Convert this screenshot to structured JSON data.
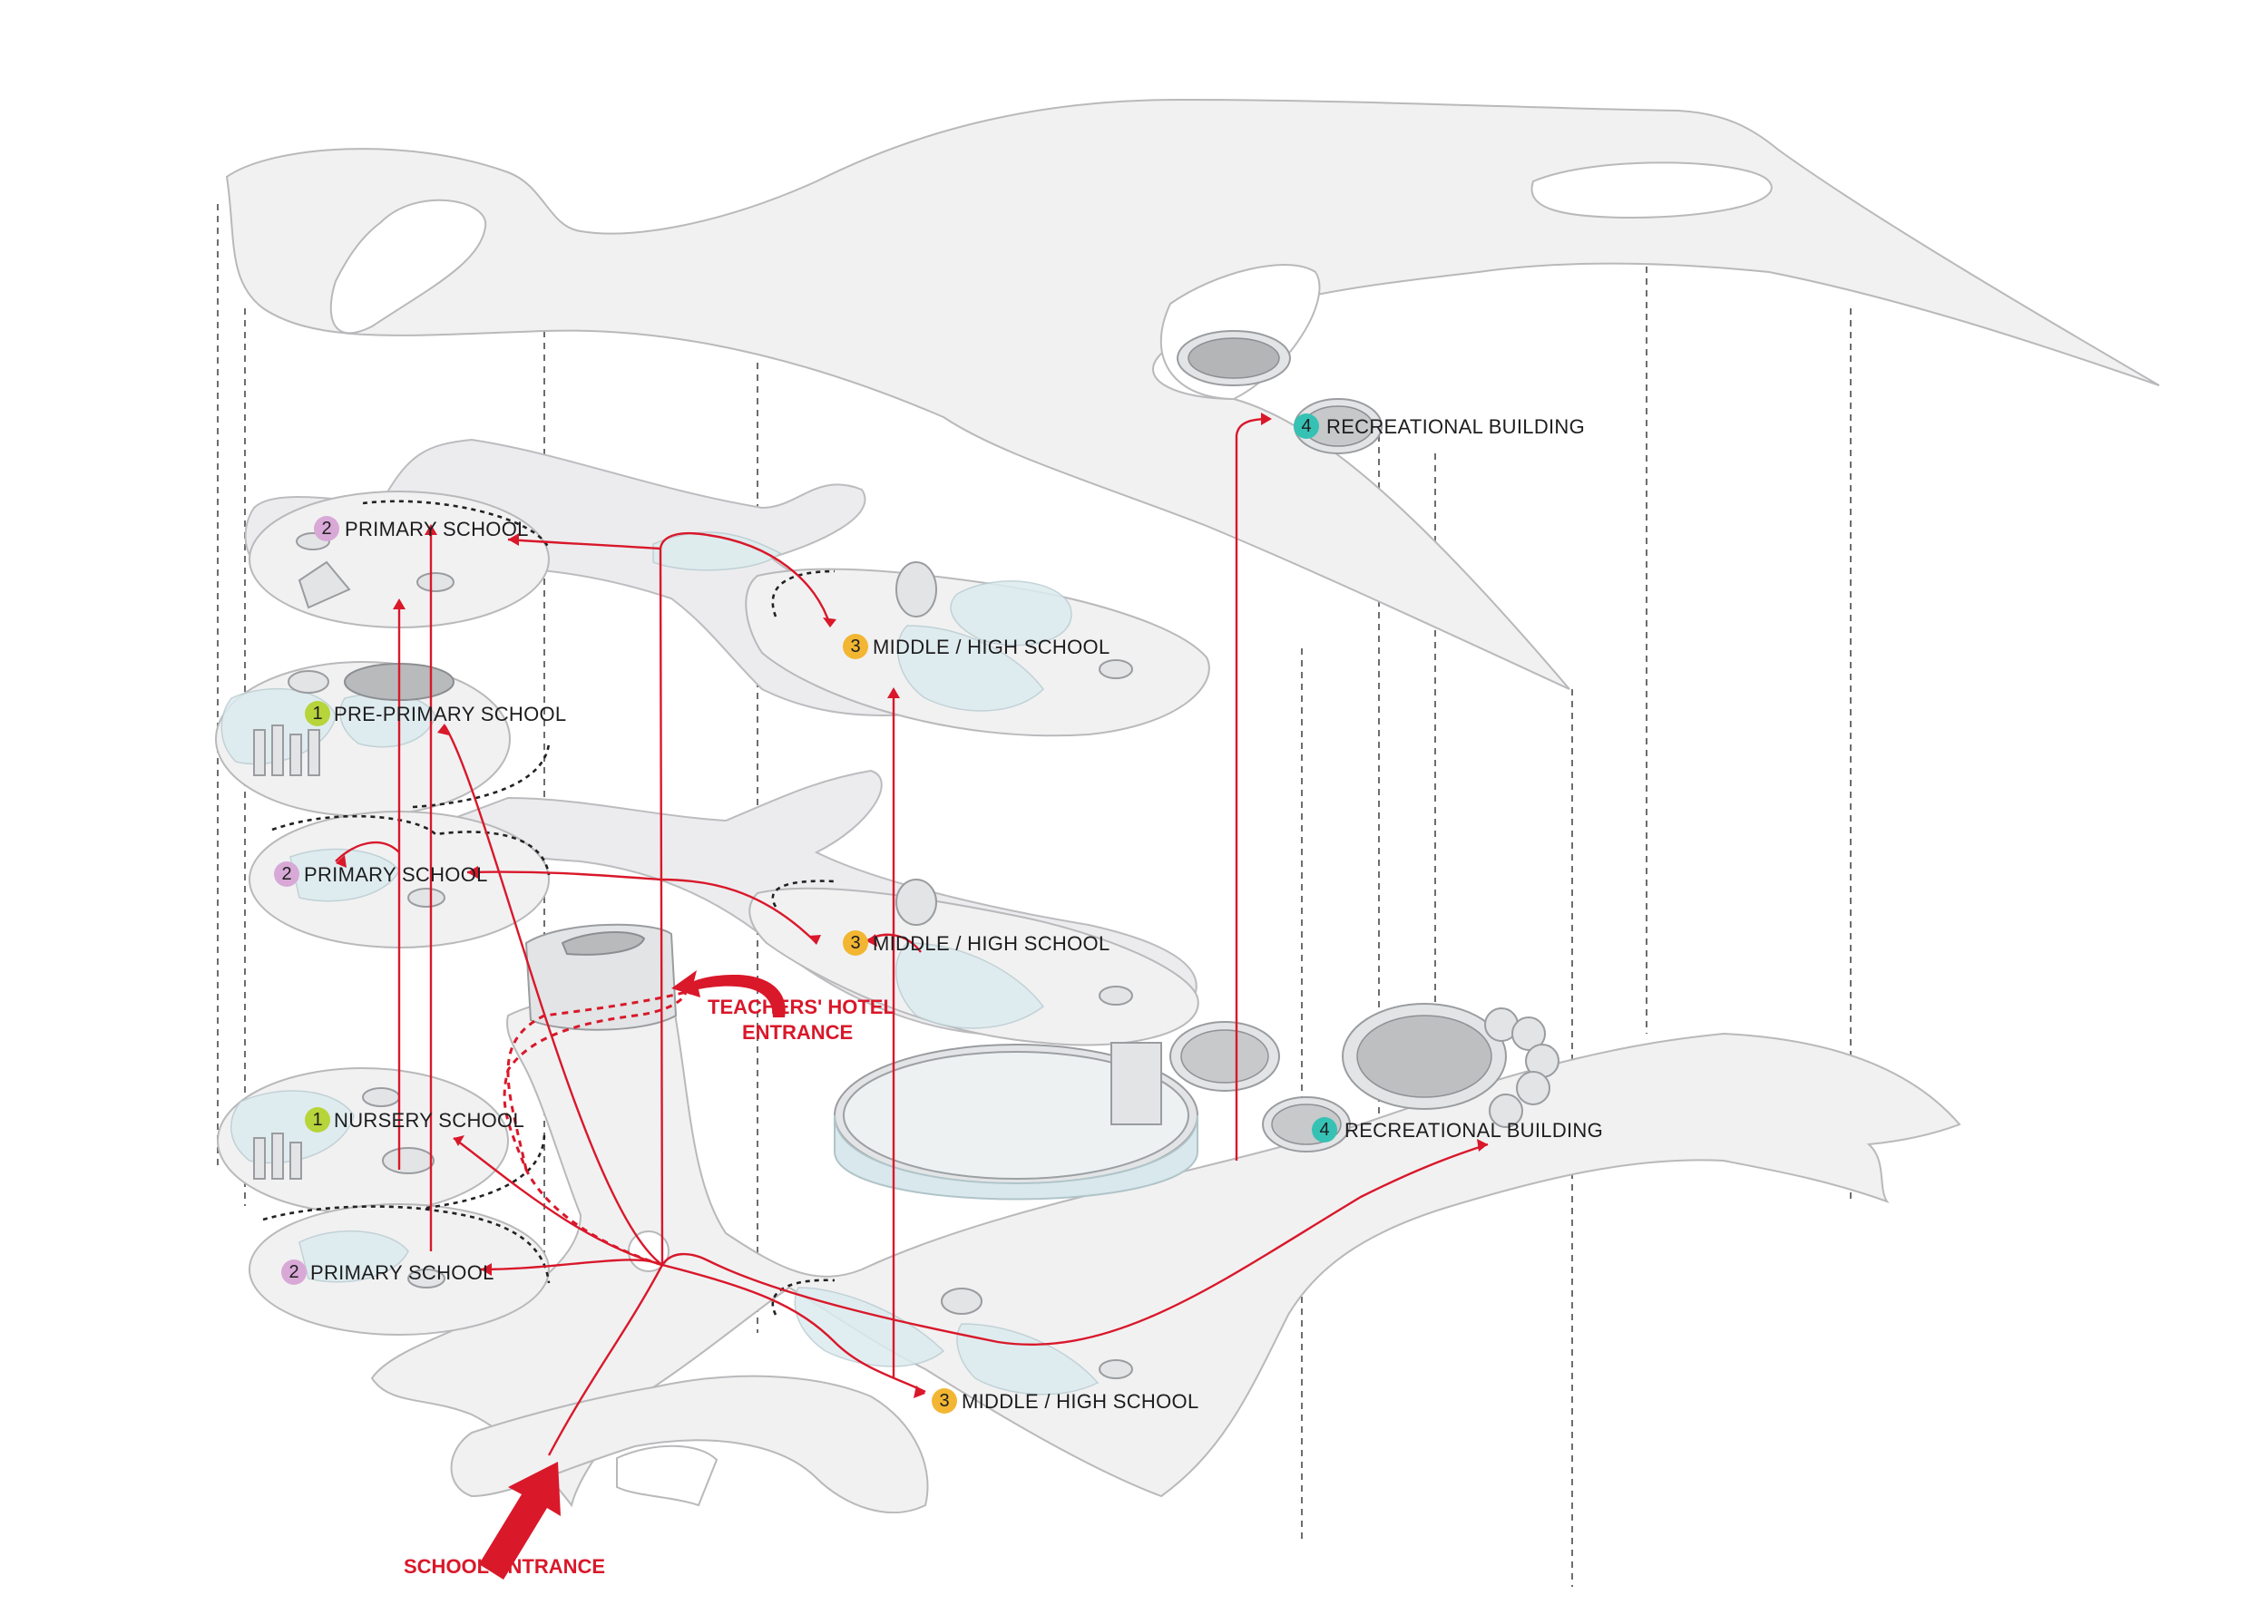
{
  "diagram": {
    "labels": [
      {
        "id": "rec-top",
        "number": "4",
        "text": "RECREATIONAL BUILDING"
      },
      {
        "id": "prim-1",
        "number": "2",
        "text": "PRIMARY SCHOOL"
      },
      {
        "id": "mid-1",
        "number": "3",
        "text": "MIDDLE / HIGH SCHOOL"
      },
      {
        "id": "preprim",
        "number": "1",
        "text": "PRE-PRIMARY SCHOOL"
      },
      {
        "id": "prim-2",
        "number": "2",
        "text": "PRIMARY SCHOOL"
      },
      {
        "id": "mid-2",
        "number": "3",
        "text": "MIDDLE / HIGH SCHOOL"
      },
      {
        "id": "nursery",
        "number": "1",
        "text": "NURSERY SCHOOL"
      },
      {
        "id": "rec-bottom",
        "number": "4",
        "text": "RECREATIONAL BUILDING"
      },
      {
        "id": "prim-3",
        "number": "2",
        "text": "PRIMARY SCHOOL"
      },
      {
        "id": "mid-3",
        "number": "3",
        "text": "MIDDLE / HIGH SCHOOL"
      }
    ],
    "entrances": {
      "teachers_line1": "TEACHERS' HOTEL",
      "teachers_line2": "ENTRANCE",
      "school": "SCHOOL ENTRANCE"
    },
    "colors": {
      "nursery_preprimary": "#b7d43a",
      "primary": "#d8a9d6",
      "middle_high": "#f2b632",
      "recreational": "#35c2b4",
      "route_red": "#d9182a"
    }
  }
}
